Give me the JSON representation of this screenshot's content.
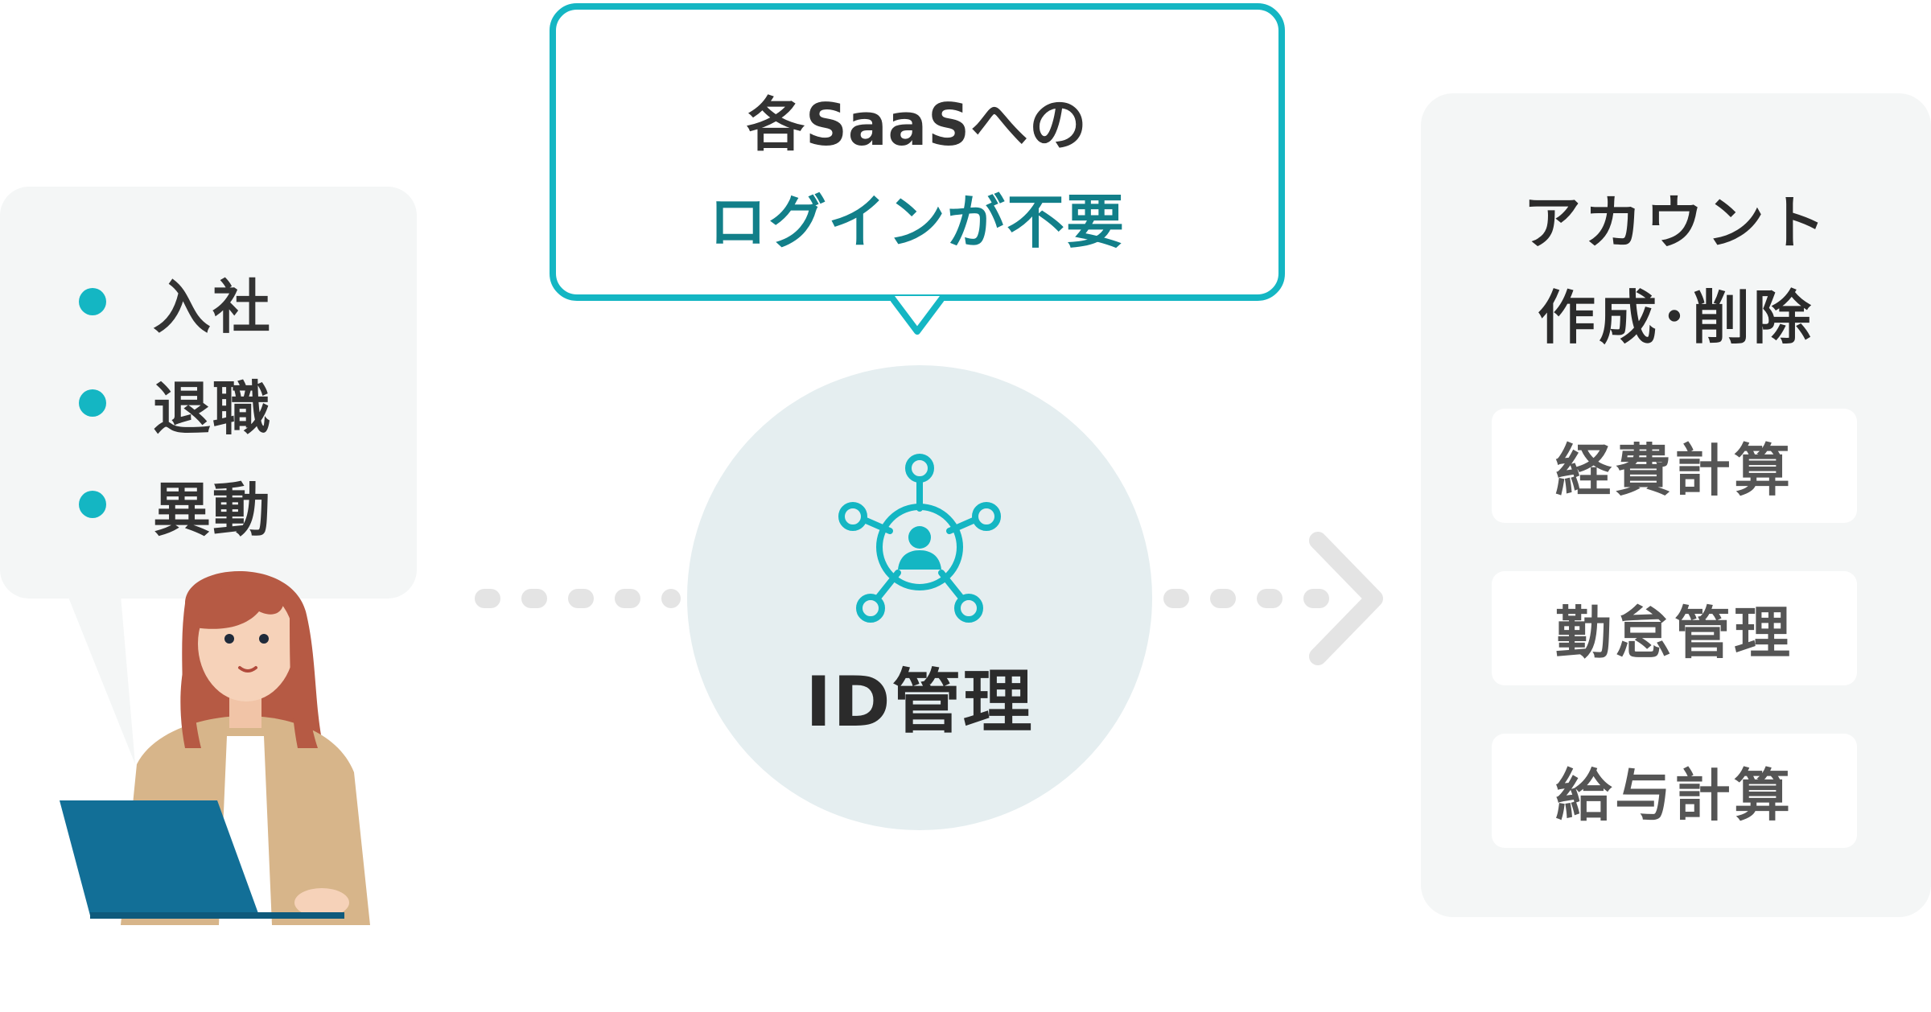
{
  "events": [
    "入社",
    "退職",
    "異動"
  ],
  "callout": {
    "line1": "各SaaSへの",
    "line2": "ログインが不要"
  },
  "hub": {
    "label": "ID管理",
    "icon": "network-user-icon"
  },
  "account_panel": {
    "title_line1": "アカウント",
    "title_line2": "作成･削除",
    "services": [
      "経費計算",
      "勤怠管理",
      "給与計算"
    ]
  },
  "colors": {
    "accent": "#14b6c3",
    "accent_dark": "#127f89",
    "panel_bg": "#f4f6f6",
    "hub_bg": "#e5eef0"
  }
}
